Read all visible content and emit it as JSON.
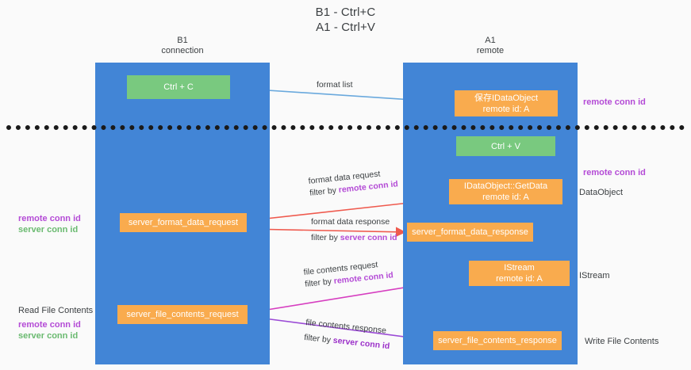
{
  "title": {
    "line1": "B1 - Ctrl+C",
    "line2": "A1 - Ctrl+V"
  },
  "lanes": [
    {
      "id": "b1",
      "name": "B1",
      "subtitle": "connection",
      "header": "B1\nconnection"
    },
    {
      "id": "a1",
      "name": "A1",
      "subtitle": "remote",
      "header": "A1\nremote"
    }
  ],
  "nodes": {
    "ctrl_c": {
      "label": "Ctrl + C",
      "color": "#79c97f"
    },
    "save_idataobject": {
      "label": "保存IDataObject",
      "sub": "remote id: A",
      "color": "#f9ab4e"
    },
    "ctrl_v": {
      "label": "Ctrl + V",
      "color": "#79c97f"
    },
    "getdata": {
      "label": "IDataObject::GetData",
      "sub": "remote id: A",
      "color": "#f9ab4e"
    },
    "server_format_data_request": {
      "label": "server_format_data_request",
      "color": "#f9ab4e"
    },
    "server_format_data_response": {
      "label": "server_format_data_response",
      "color": "#f9ab4e"
    },
    "istream": {
      "label": "IStream",
      "sub": "remote id: A",
      "color": "#f9ab4e"
    },
    "server_file_contents_request": {
      "label": "server_file_contents_request",
      "color": "#f9ab4e"
    },
    "server_file_contents_response": {
      "label": "server_file_contents_response",
      "color": "#f9ab4e"
    }
  },
  "edge_labels": {
    "format_list": "format list",
    "format_data_request": "format data request",
    "format_data_request_filter_prefix": "filter by ",
    "format_data_request_filter_key": "remote conn id",
    "format_data_response": "format data response",
    "format_data_response_filter_prefix": "filter by ",
    "format_data_response_filter_key": "server conn id",
    "file_contents_request": "file contents request",
    "file_contents_request_filter_prefix": "filter by ",
    "file_contents_request_filter_key": "remote conn id",
    "file_contents_response": "file contents response",
    "file_contents_response_filter_prefix": "filter by ",
    "file_contents_response_filter_key": "server conn id"
  },
  "annotations": {
    "right_remote_conn_id_top": "remote conn id",
    "right_remote_conn_id_mid": "remote conn id",
    "right_dataobject": "DataObject",
    "right_istream": "IStream",
    "right_write_file_contents": "Write File Contents",
    "left_conn_ids_mid_purple": "remote conn id",
    "left_conn_ids_mid_green": "server conn id",
    "left_read_file_contents": "Read File Contents",
    "left_conn_ids_bottom_purple": "remote conn id",
    "left_conn_ids_bottom_green": "server conn id"
  },
  "colors": {
    "lane_fill": "#4285d6",
    "node_green": "#79c97f",
    "node_orange": "#f9ab4e",
    "divider": "#1a1a1a",
    "arrow_blue": "#6aa9dd",
    "arrow_red": "#ef5a4e",
    "arrow_magenta": "#d63ec0",
    "arrow_violet": "#9b4bd6",
    "arrow_black": "#1a1a1a",
    "text_purple": "#b44bd6",
    "text_green": "#6aba70",
    "background": "#fafafa"
  }
}
